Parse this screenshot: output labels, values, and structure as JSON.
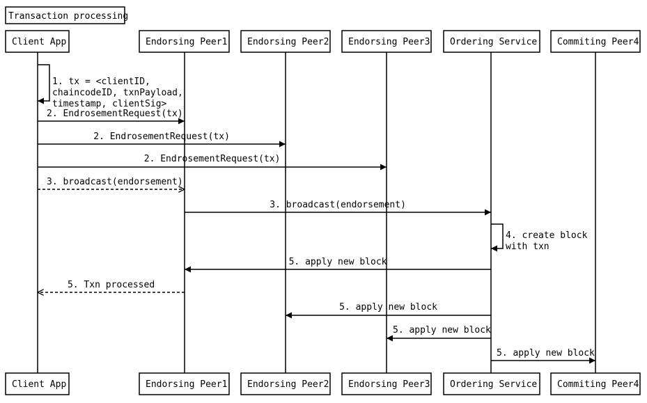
{
  "title": "Transaction processing",
  "participants": [
    {
      "id": "client",
      "label": "Client App"
    },
    {
      "id": "ep1",
      "label": "Endorsing Peer1"
    },
    {
      "id": "ep2",
      "label": "Endorsing Peer2"
    },
    {
      "id": "ep3",
      "label": "Endorsing Peer3"
    },
    {
      "id": "os",
      "label": "Ordering Service"
    },
    {
      "id": "cp4",
      "label": "Commiting Peer4"
    }
  ],
  "messages": [
    {
      "from": "client",
      "to": "client",
      "lines": [
        "1. tx = <clientID,",
        "chaincodeID, txnPayload,",
        "timestamp, clientSig>"
      ],
      "style": "solid"
    },
    {
      "from": "client",
      "to": "ep1",
      "lines": [
        "2. EndrosementRequest(tx)"
      ],
      "style": "solid"
    },
    {
      "from": "client",
      "to": "ep2",
      "lines": [
        "2. EndrosementRequest(tx)"
      ],
      "style": "solid"
    },
    {
      "from": "client",
      "to": "ep3",
      "lines": [
        "2. EndrosementRequest(tx)"
      ],
      "style": "solid"
    },
    {
      "from": "client",
      "to": "ep1",
      "lines": [
        "3. broadcast(endorsement)"
      ],
      "style": "dashed"
    },
    {
      "from": "ep1",
      "to": "os",
      "lines": [
        "3. broadcast(endorsement)"
      ],
      "style": "solid"
    },
    {
      "from": "os",
      "to": "os",
      "lines": [
        "4. create block",
        "with txn"
      ],
      "style": "solid"
    },
    {
      "from": "os",
      "to": "ep1",
      "lines": [
        "5. apply new block"
      ],
      "style": "solid"
    },
    {
      "from": "ep1",
      "to": "client",
      "lines": [
        "5. Txn processed"
      ],
      "style": "dashed"
    },
    {
      "from": "os",
      "to": "ep2",
      "lines": [
        "5. apply new block"
      ],
      "style": "solid"
    },
    {
      "from": "os",
      "to": "ep3",
      "lines": [
        "5. apply new block"
      ],
      "style": "solid"
    },
    {
      "from": "os",
      "to": "cp4",
      "lines": [
        "5. apply new block"
      ],
      "style": "solid"
    }
  ]
}
